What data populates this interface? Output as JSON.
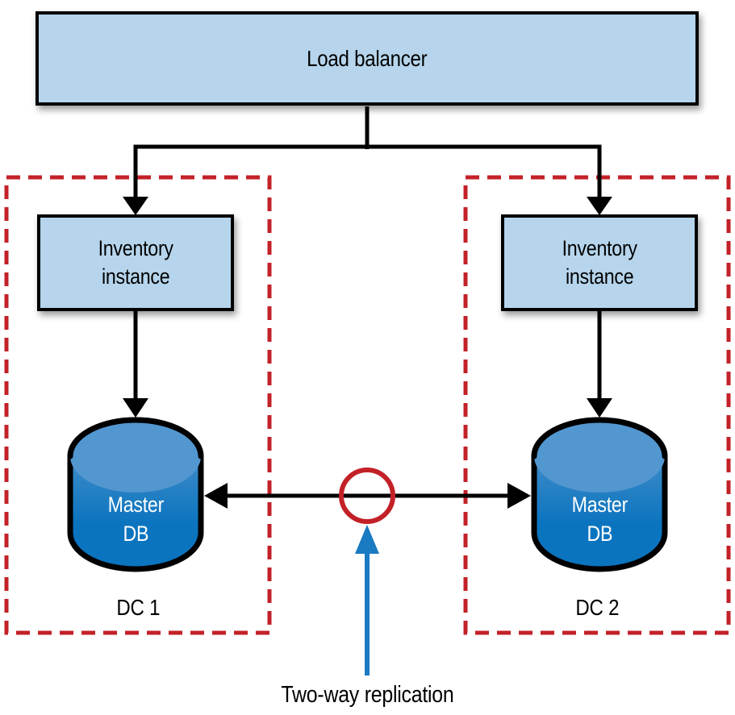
{
  "colors": {
    "node_fill": "#b6d5ec",
    "node_border": "#000000",
    "db_body_blue": "#0b74bf",
    "db_top_blue": "#5397d0",
    "zone_dashed_red": "#c32128",
    "junction_circle_red": "#c32128",
    "pointer_arrow_blue": "#1a7ac2",
    "connector_black": "#000000",
    "db_text": "#ffffff",
    "background": "#ffffff"
  },
  "nodes": {
    "load_balancer": {
      "label": "Load balancer"
    },
    "inventory_instance_left": {
      "label": "Inventory\ninstance"
    },
    "inventory_instance_right": {
      "label": "Inventory\ninstance"
    },
    "master_db_left": {
      "label": "Master\nDB"
    },
    "master_db_right": {
      "label": "Master\nDB"
    }
  },
  "zones": {
    "dc1": {
      "label": "DC 1"
    },
    "dc2": {
      "label": "DC 2"
    }
  },
  "annotations": {
    "replication": {
      "label": "Two-way replication"
    }
  }
}
